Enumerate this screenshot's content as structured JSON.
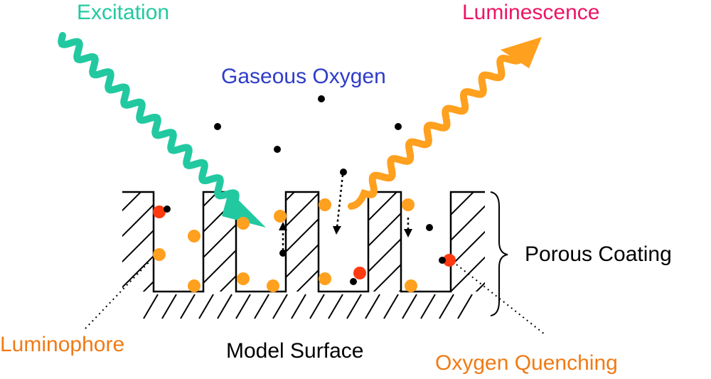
{
  "labels": {
    "excitation": "Excitation",
    "luminescence": "Luminescence",
    "gaseous_oxygen": "Gaseous Oxygen",
    "porous_coating": "Porous Coating",
    "luminophore": "Luminophore",
    "model_surface": "Model Surface",
    "oxygen_quenching": "Oxygen Quenching"
  },
  "colors": {
    "excitation": "#22c9a0",
    "luminescence": "#ffa01e",
    "gaseous_oxygen": "#2e3cc8",
    "luminophore": "#ffa01e",
    "quenched_luminophore": "#ff3a10",
    "luminescence_text": "#ee1464",
    "luminophore_text": "#f07a14",
    "oxygen_molecule": "#000000",
    "structure": "#000000"
  }
}
